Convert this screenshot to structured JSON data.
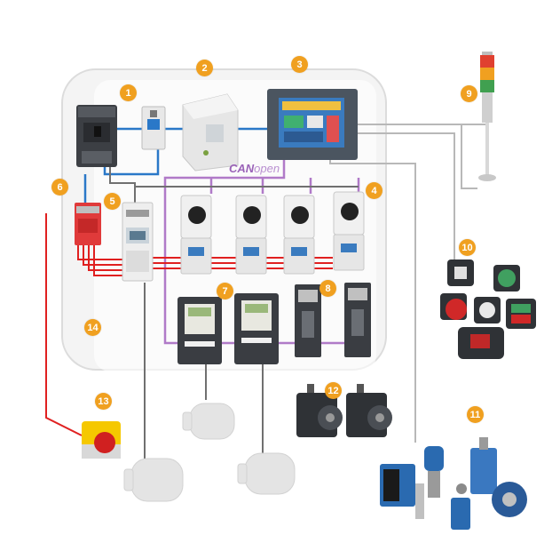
{
  "diagram": {
    "can_logo": {
      "prefix": "CAN",
      "suffix": "open"
    },
    "callouts": [
      "1",
      "2",
      "3",
      "4",
      "5",
      "6",
      "7",
      "8",
      "9",
      "10",
      "11",
      "12",
      "13",
      "14"
    ],
    "colors": {
      "callout": "#f0a020",
      "power_line": "#e02020",
      "network_line": "#2a78c8",
      "canopen_line": "#b07ac8",
      "control_line": "#707070",
      "signal_line": "#b0b0b0",
      "panel_fill": "#f2f2f2",
      "panel_stroke": "#d8d8d8"
    },
    "icons": [
      "circuit-breaker-icon",
      "mini-breaker-icon",
      "power-supply-icon",
      "hmi-panel-icon",
      "signal-tower-icon",
      "motor-starter-icon",
      "safety-relay-icon",
      "controller-icon",
      "variable-speed-drive-icon",
      "servo-drive-icon",
      "push-button-icon",
      "sensor-icon",
      "servo-motor-icon",
      "emergency-stop-icon",
      "ac-motor-icon"
    ]
  }
}
